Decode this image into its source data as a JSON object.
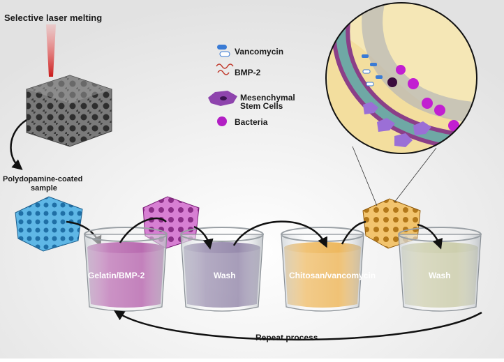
{
  "diagram": {
    "title_label": "Selective laser melting",
    "coated_label_line1": "Polydopamine-coated",
    "coated_label_line2": "sample",
    "legend": {
      "items": [
        {
          "label": "Vancomycin",
          "icon": "capsule-icon",
          "color": "#3a7bd5"
        },
        {
          "label": "BMP-2",
          "icon": "protein-icon",
          "color": "#c0392b"
        },
        {
          "label_line1": "Mesenchymal",
          "label_line2": "Stem Cells",
          "icon": "stem-cell-icon",
          "color": "#8e44ad"
        },
        {
          "label": "Bacteria",
          "icon": "bacteria-icon",
          "color": "#b21fc4"
        }
      ]
    },
    "beakers": [
      {
        "label": "Gelatin/BMP-2",
        "liquid_color": "#9b2d8f"
      },
      {
        "label": "Wash",
        "liquid_color": "#6b5a8a"
      },
      {
        "label": "Chitosan/vancomycin",
        "liquid_color": "#e69a1a"
      },
      {
        "label": "Wash",
        "liquid_color": "#b7b98a"
      }
    ],
    "repeat_label": "Repeat process",
    "colors": {
      "laser": "#d21f1f",
      "scaffold_raw": "#6e6e6e",
      "scaffold_coated": "#4aa8dc",
      "scaffold_gelatin": "#c25bbf",
      "scaffold_chitosan": "#e8b04a",
      "zoom_bg": "#f5e7b6"
    }
  }
}
